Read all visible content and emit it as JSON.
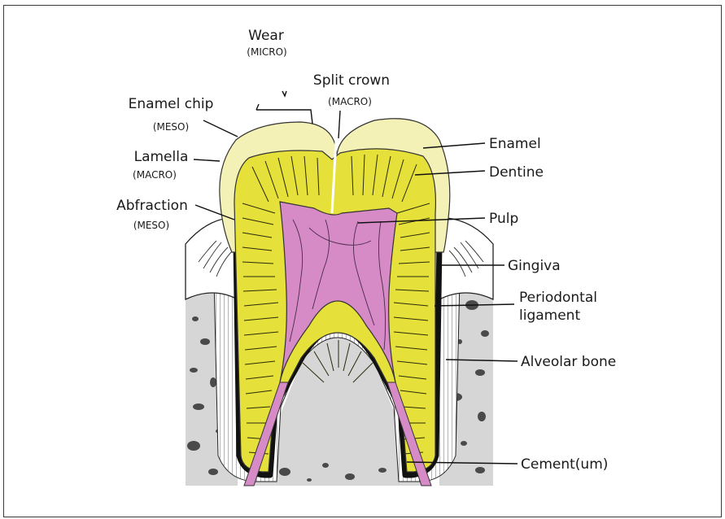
{
  "labels_left": {
    "wear": {
      "name": "Wear",
      "scale": "(MICRO)"
    },
    "split_crown": {
      "name": "Split crown",
      "scale": "(MACRO)"
    },
    "enamel_chip": {
      "name": "Enamel chip",
      "scale": "(MESO)"
    },
    "lamella": {
      "name": "Lamella",
      "scale": "(MACRO)"
    },
    "abfraction": {
      "name": "Abfraction",
      "scale": "(MESO)"
    }
  },
  "labels_right": {
    "enamel": "Enamel",
    "dentine": "Dentine",
    "pulp": "Pulp",
    "gingiva": "Gingiva",
    "periodontal_1": "Periodontal",
    "periodontal_2": "ligament",
    "alveolar_bone": "Alveolar bone",
    "cement": "Cement(um)"
  },
  "colors": {
    "enamel": "#f4f2b4",
    "dentine": "#e8e23a",
    "pulp": "#d48ac4",
    "bone": "#d4d4d4",
    "ligament": "#ffffff",
    "cementum": "#111111"
  }
}
